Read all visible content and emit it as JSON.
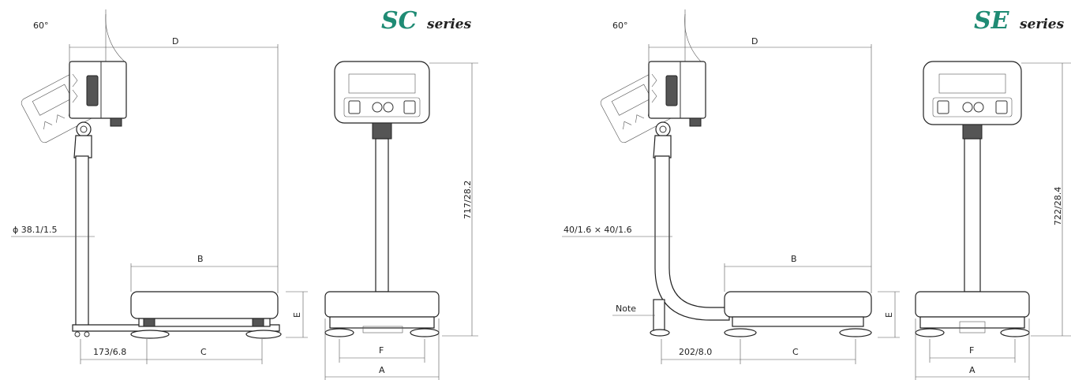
{
  "sc": {
    "series_title": "SC",
    "series_sub": "series",
    "angle": "60°",
    "label_d": "D",
    "label_b": "B",
    "label_c": "C",
    "label_e": "E",
    "label_f": "F",
    "label_a": "A",
    "height": "717/28.2",
    "pillar": "ϕ 38.1/1.5",
    "offset": "173/6.8"
  },
  "se": {
    "series_title": "SE",
    "series_sub": "series",
    "angle": "60°",
    "label_d": "D",
    "label_b": "B",
    "label_c": "C",
    "label_e": "E",
    "label_f": "F",
    "label_a": "A",
    "height": "722/28.4",
    "pillar": "40/1.6 × 40/1.6",
    "offset": "202/8.0",
    "note": "Note"
  }
}
